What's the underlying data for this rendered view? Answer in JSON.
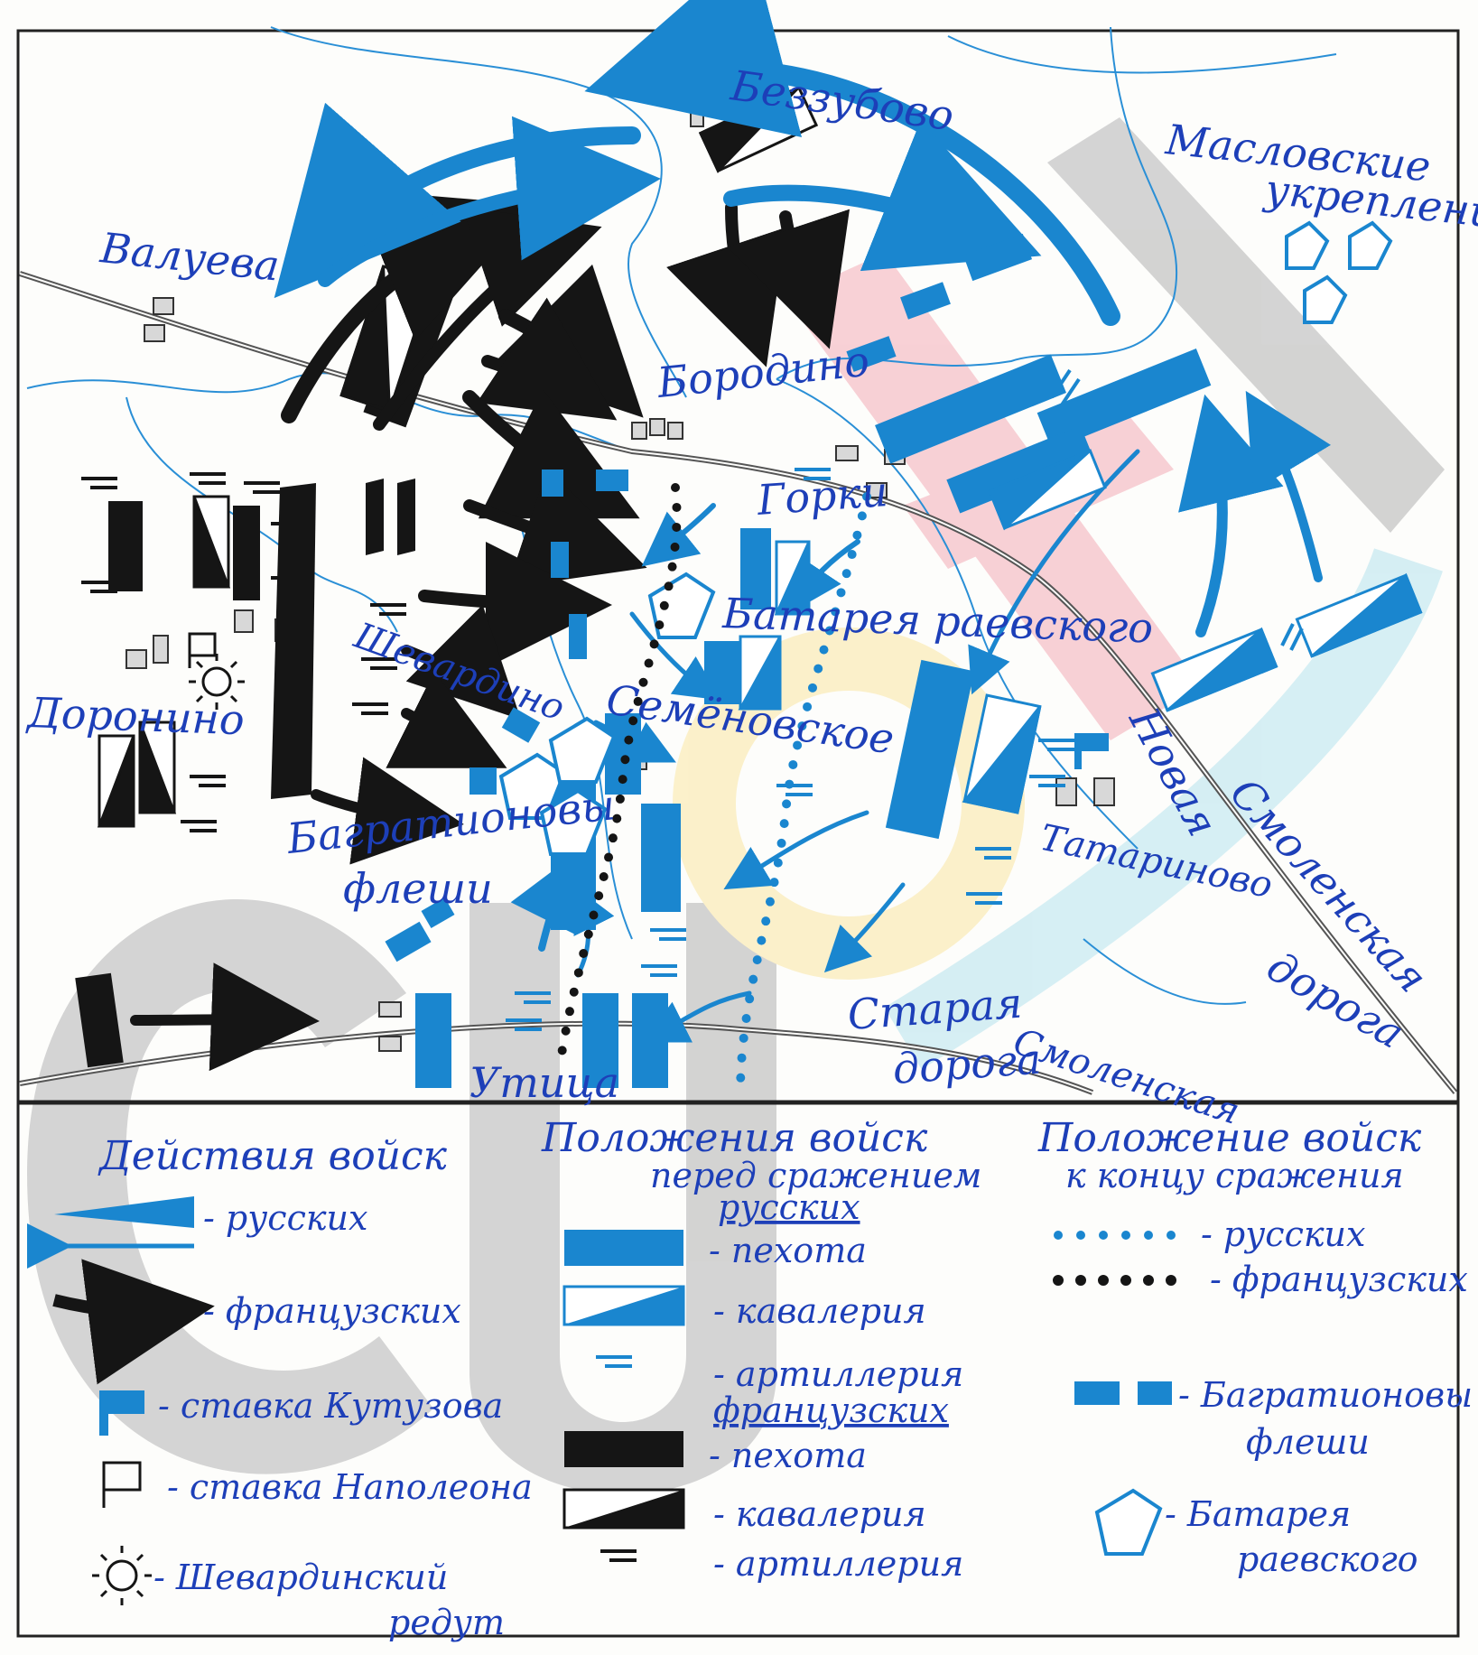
{
  "map": {
    "places": {
      "bezzubovo": "Беззубово",
      "valueva": "Валуева",
      "maslovskie": "Масловские",
      "ukrepleniya": "укреплени",
      "borodino": "Бородино",
      "gorki": "Горки",
      "batareya": "Батарея раевского",
      "shevardino": "Шевардино",
      "doronino": "Доронино",
      "semenovskoe": "Семёновское",
      "tatarinovo": "Татариново",
      "bagrationovy": "Багратионовы",
      "fleshi": "флеши",
      "utitsa": "Утица",
      "staraya": "Старая",
      "doroga_old": "дорога",
      "smolenskaya_old": "Смоленская",
      "novaya": "Новая",
      "smolenskaya_new": "Смоленская",
      "doroga_new": "дорога"
    },
    "colors": {
      "russian": "#1a86cf",
      "french": "#151515",
      "river": "#2a8fd6",
      "road": "#555555",
      "label": "#1d3fb8",
      "watermark_red": "#f7c9cf",
      "watermark_gray": "#c8c8c8",
      "watermark_yellow": "#fbeec2",
      "watermark_cyan": "#cfecf2"
    }
  },
  "legend": {
    "col1": {
      "heading": "Действия войск",
      "russian": "- русских",
      "french": "- французских",
      "kutuzov": "- ставка Кутузова",
      "napoleon": "- ставка Наполеона",
      "redoubt_1": "- Шевардинский",
      "redoubt_2": "редут"
    },
    "col2": {
      "heading_1": "Положения войск",
      "heading_2": "перед сражением",
      "russian_heading": "русских",
      "infantry": "- пехота",
      "cavalry": "- кавалерия",
      "artillery": "- артиллерия",
      "french_heading": "французских",
      "f_infantry": "- пехота",
      "f_cavalry": "- кавалерия",
      "f_artillery": "- артиллерия"
    },
    "col3": {
      "heading_1": "Положение войск",
      "heading_2": "к концу сражения",
      "russian": "- русских",
      "french": "- французских",
      "fleshi_1": "- Багратионовы",
      "fleshi_2": "флеши",
      "battery_1": "- Батарея",
      "battery_2": "раевского"
    }
  }
}
